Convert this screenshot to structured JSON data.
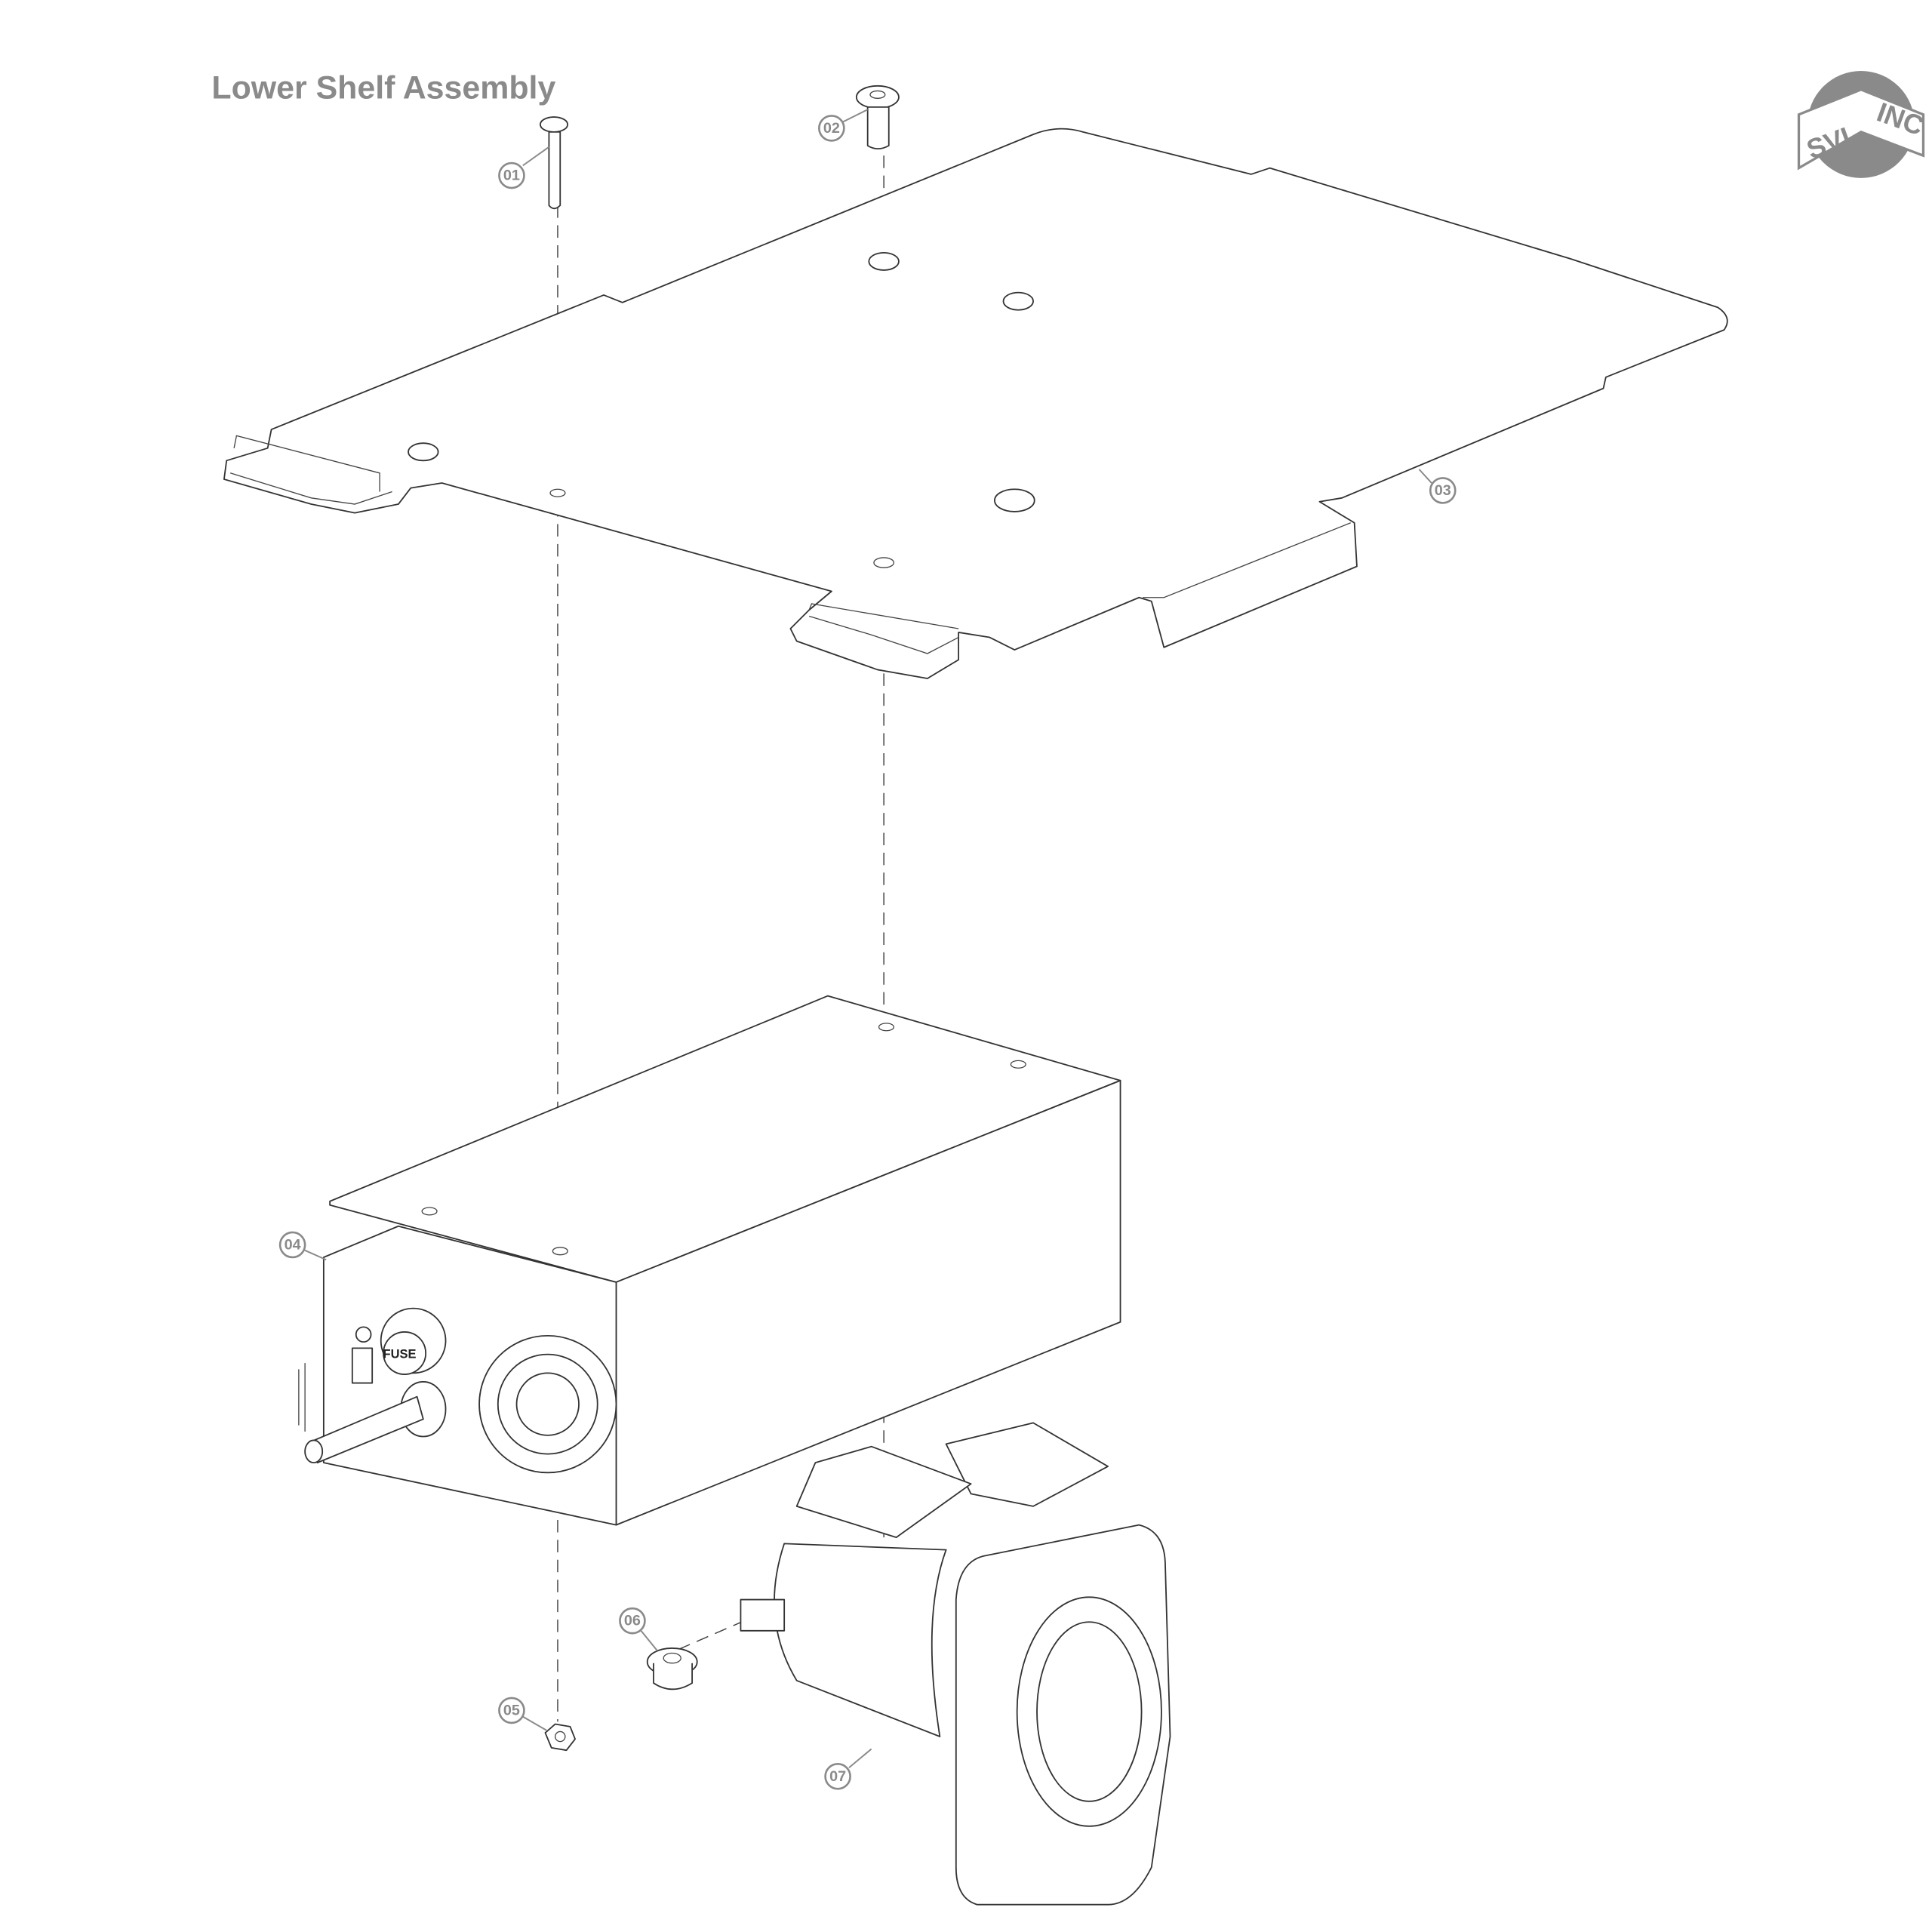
{
  "title": "Lower Shelf Assembly",
  "logo": {
    "text": "SVI INC",
    "color": "#8a8a8a"
  },
  "callouts": [
    {
      "id": "01",
      "part": "screw"
    },
    {
      "id": "02",
      "part": "button-head-bolt"
    },
    {
      "id": "03",
      "part": "shelf-plate"
    },
    {
      "id": "04",
      "part": "charger-box"
    },
    {
      "id": "05",
      "part": "hex-nut"
    },
    {
      "id": "06",
      "part": "flange-nut"
    },
    {
      "id": "07",
      "part": "motor-pump"
    }
  ],
  "labels": {
    "fuse": "FUSE"
  }
}
